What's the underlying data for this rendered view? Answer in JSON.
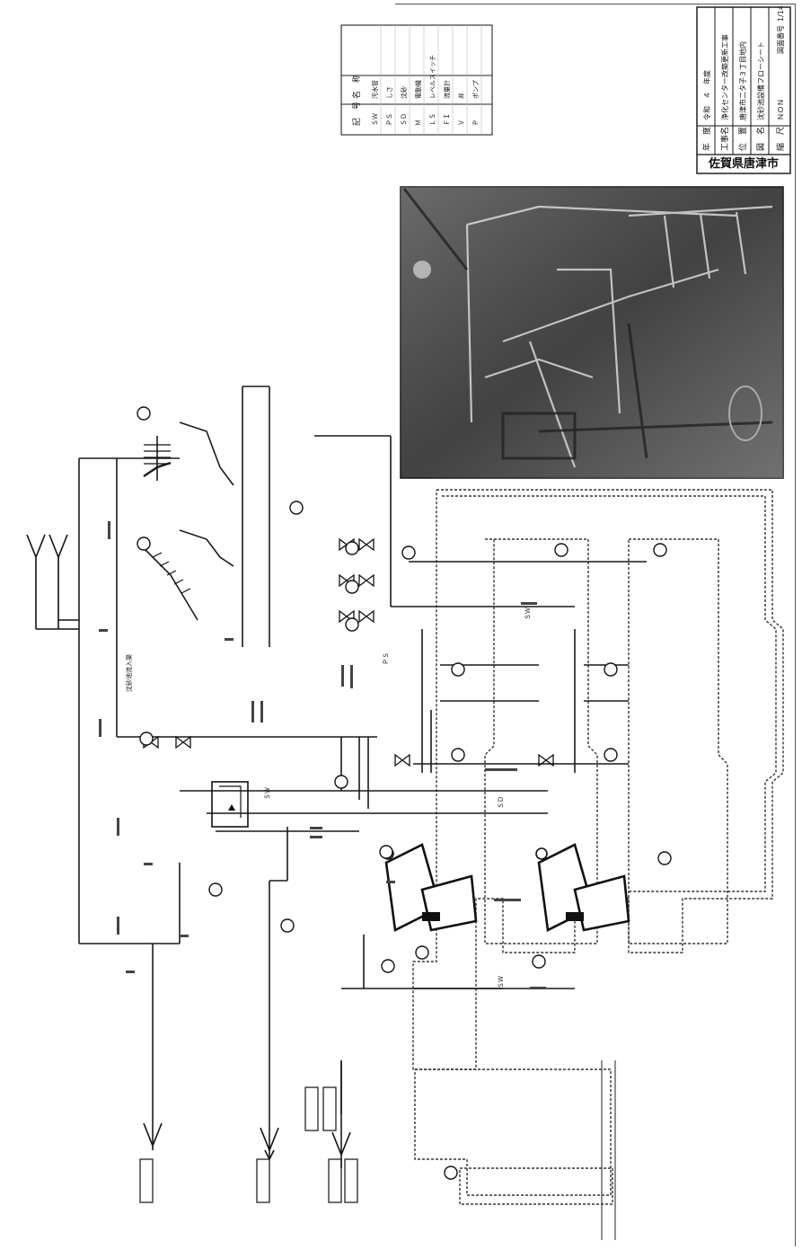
{
  "title_block": {
    "org_name": "佐賀県唐津市",
    "rows": [
      {
        "label": "年　度",
        "value": "令和　４　年度"
      },
      {
        "label": "工事名",
        "value": "浄化センター改築更新工事"
      },
      {
        "label": "位　置",
        "value": "唐津市二タ子３丁目地内"
      },
      {
        "label": "図　名",
        "value": "沈砂池設備フローシート"
      },
      {
        "label": "縮　尺",
        "value": "ＮＯＮ",
        "extra_label": "図面番号",
        "extra_value": "1/14"
      }
    ]
  },
  "legend": {
    "header_symbol": "記　号",
    "header_name": "名　称",
    "rows": [
      {
        "symbol": "ＳＷ",
        "name": "汚水管"
      },
      {
        "symbol": "ＰＳ",
        "name": "しさ"
      },
      {
        "symbol": "ＳＤ",
        "name": "沈砂"
      },
      {
        "symbol": "Ｍ",
        "name": "電動機"
      },
      {
        "symbol": "ＬＳ",
        "name": "レベルスイッチ"
      },
      {
        "symbol": "ＦＩ",
        "name": "流量計"
      },
      {
        "symbol": "Ｖ",
        "name": "弁"
      },
      {
        "symbol": "Ｐ",
        "name": "ポンプ"
      }
    ]
  },
  "diagram": {
    "pipe_labels": [
      "沈砂池流入渠",
      "ＳＷ",
      "ＰＳ",
      "ＳＤ",
      "ＳＷ",
      "ＳＷ"
    ]
  }
}
